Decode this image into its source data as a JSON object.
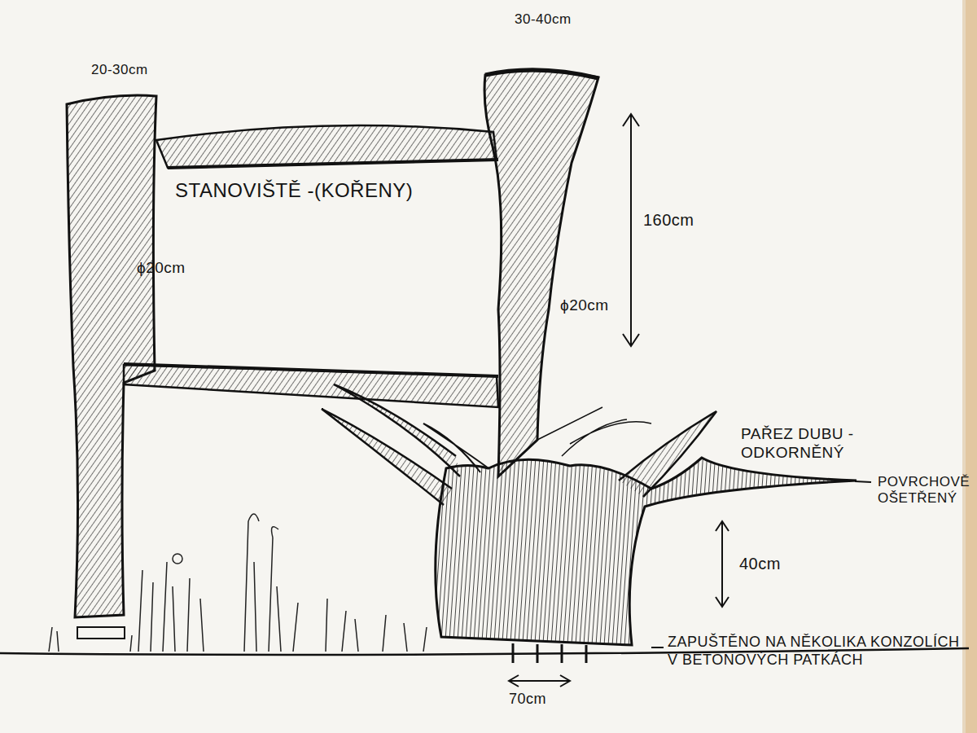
{
  "diagram": {
    "nodes": [
      {
        "text": [
          "STANOVIŠTĚ -(KOŘENY)"
        ]
      }
    ],
    "labels": [
      "20-30cm",
      "30-40cm",
      "ϕ20cm",
      "ϕ20cm",
      "160cm",
      "PAŘEZ DUBU -ODKORNĚNÝ",
      "POVRCHOVĚ OŠETŘENÝ",
      "40cm",
      "ZAPUŠTĚNO NA NĚKOLIKA KONZOLÍCH V BETONOVÝCH PATKÁCH",
      "70cm"
    ]
  }
}
